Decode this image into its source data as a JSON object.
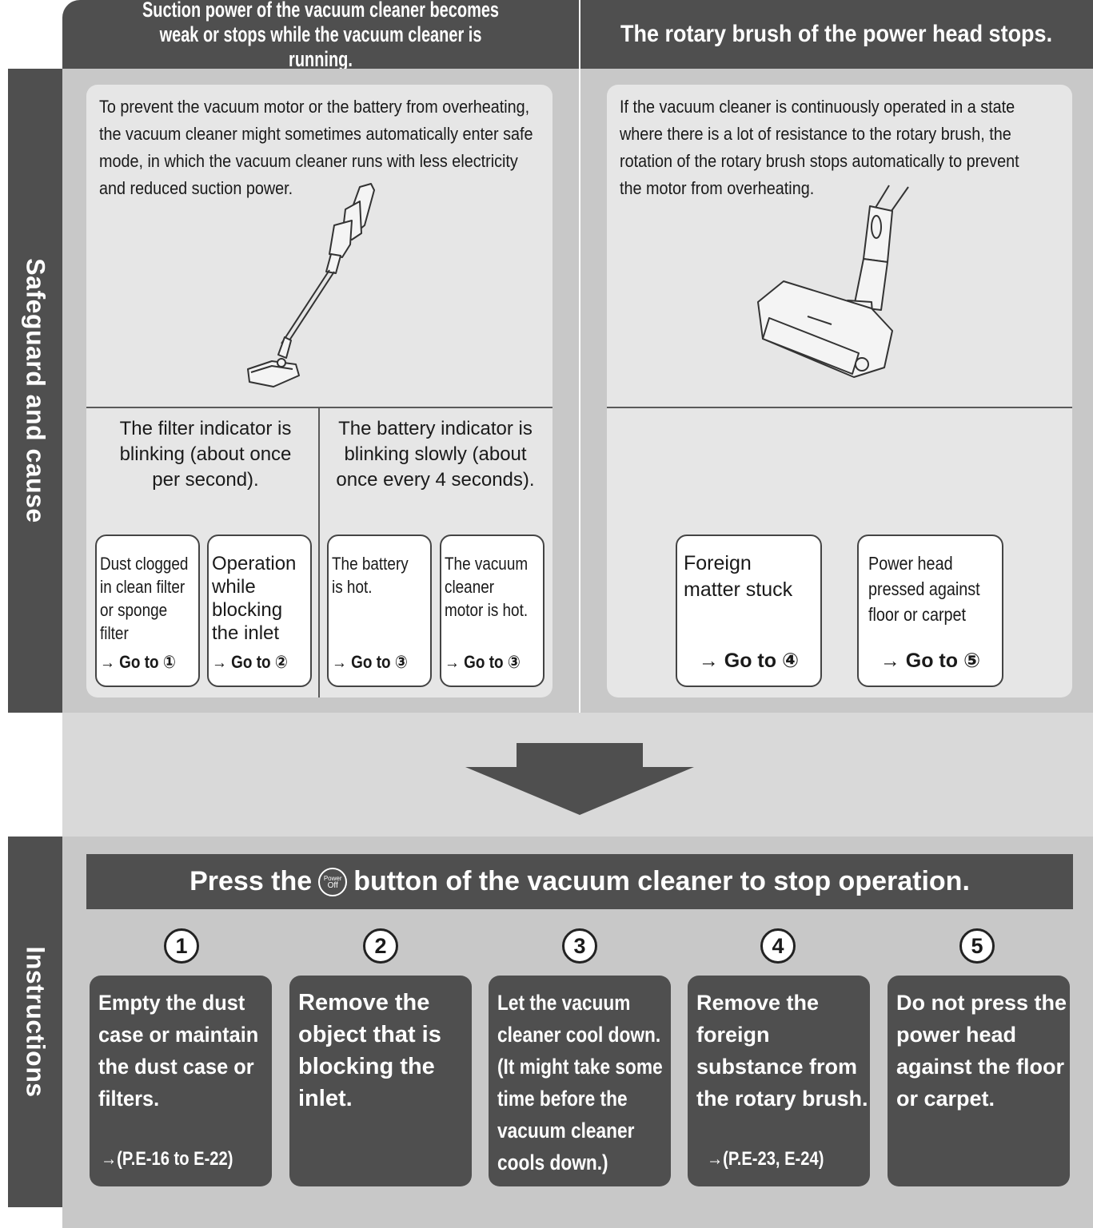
{
  "headers": {
    "left_line1": "Suction power of the vacuum cleaner becomes",
    "left_line2": "weak or stops while the vacuum cleaner is running.",
    "right": "The rotary brush of the power head stops."
  },
  "sidebar": {
    "safeguard": "Safeguard and cause",
    "instructions": "Instructions"
  },
  "left_panel": {
    "description_lines": [
      "To prevent the vacuum motor or the battery from overheating,",
      "the vacuum cleaner might sometimes automatically enter safe",
      "mode, in which the vacuum cleaner runs with less electricity",
      "and reduced suction power."
    ],
    "illustration": "stick-vacuum-illustration",
    "filter_indicator_lines": [
      "The filter indicator is",
      "blinking (about once",
      "per second)."
    ],
    "battery_indicator_lines": [
      "The battery indicator is",
      "blinking slowly (about",
      "once every 4 seconds)."
    ],
    "causes": [
      {
        "lines": [
          "Dust clogged",
          "in clean filter",
          "or sponge",
          "filter"
        ],
        "goto": "→ Go to ①"
      },
      {
        "lines": [
          "Operation",
          "while",
          "blocking",
          "the inlet"
        ],
        "goto": "→ Go to ②"
      },
      {
        "lines": [
          "The battery",
          "is hot."
        ],
        "goto": "→ Go to ③"
      },
      {
        "lines": [
          "The vacuum",
          "cleaner",
          "motor is hot."
        ],
        "goto": "→ Go to ③"
      }
    ]
  },
  "right_panel": {
    "description_lines": [
      "If the vacuum cleaner is continuously operated in a state",
      "where there is a lot of resistance to the rotary brush, the",
      "rotation of the rotary brush stops automatically to prevent",
      "the motor from overheating."
    ],
    "illustration": "power-head-illustration",
    "causes": [
      {
        "lines": [
          "Foreign",
          "matter stuck"
        ],
        "goto": "→ Go to ④"
      },
      {
        "lines": [
          "Power head",
          "pressed against",
          "floor or carpet"
        ],
        "goto": "→ Go to ⑤"
      }
    ]
  },
  "banner": {
    "before": "Press the",
    "icon_top": "Power",
    "icon_bottom": "Off",
    "icon_name": "power-off-button-icon",
    "after": "button of the vacuum cleaner to stop operation."
  },
  "steps": [
    {
      "number": "1",
      "lines": [
        "Empty the dust",
        "case or maintain",
        "the dust case or",
        "filters."
      ],
      "ref": "→(P.E-16 to E-22)"
    },
    {
      "number": "2",
      "lines": [
        "Remove the",
        "object that is",
        "blocking the",
        "inlet."
      ],
      "ref": ""
    },
    {
      "number": "3",
      "lines": [
        "Let the vacuum",
        "cleaner cool down.",
        "(It might take some",
        "time before the",
        "vacuum cleaner",
        "cools down.)"
      ],
      "ref": ""
    },
    {
      "number": "4",
      "lines": [
        "Remove the",
        "foreign",
        "substance from",
        "the rotary brush."
      ],
      "ref": "→(P.E-23, E-24)"
    },
    {
      "number": "5",
      "lines": [
        "Do not press the",
        "power head",
        "against the floor",
        "or carpet."
      ],
      "ref": ""
    }
  ],
  "colors": {
    "dark": "#4f4f4f",
    "panel": "#c8c8c8",
    "card": "#e6e6e6",
    "middle": "#d9d9d9"
  }
}
